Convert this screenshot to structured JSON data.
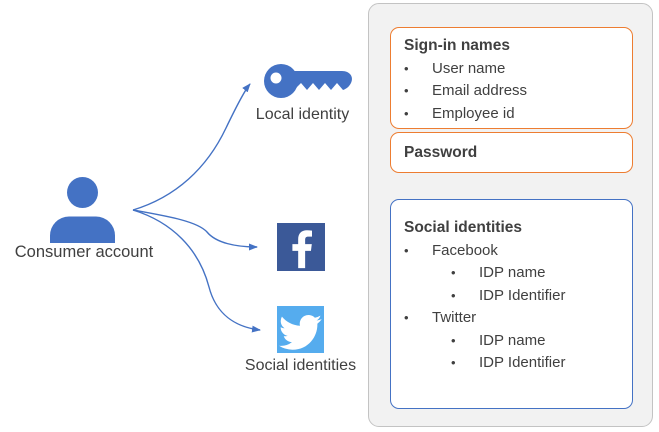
{
  "figure": {
    "consumer_label": "Consumer account",
    "local_identity_label": "Local identity",
    "social_identities_label": "Social identities"
  },
  "panel": {
    "bullet": "•",
    "signin_box": {
      "title": "Sign-in names",
      "items": [
        "User name",
        "Email address",
        "Employee id"
      ]
    },
    "password_box": {
      "title": "Password"
    },
    "social_box": {
      "title": "Social identities",
      "items": [
        {
          "label": "Facebook",
          "level": 1
        },
        {
          "label": "IDP name",
          "level": 2
        },
        {
          "label": "IDP Identifier",
          "level": 2
        },
        {
          "label": "Twitter",
          "level": 1
        },
        {
          "label": "IDP name",
          "level": 2
        },
        {
          "label": "IDP Identifier",
          "level": 2
        }
      ]
    }
  },
  "icons": {
    "consumer": "person-icon",
    "local_identity": "key-icon",
    "facebook": "facebook-icon",
    "twitter": "twitter-icon"
  },
  "colors": {
    "accent_blue": "#4472C4",
    "facebook_blue": "#3B5998",
    "twitter_blue": "#55ACEE",
    "orange_border": "#ED7D31",
    "panel_fill": "#F2F2F2",
    "panel_border": "#C3C3C3",
    "box_fill": "#FFFFFF",
    "text": "#404040"
  }
}
